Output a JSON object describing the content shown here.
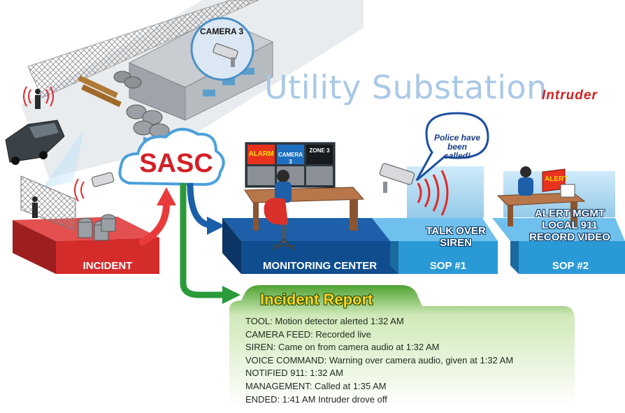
{
  "title": "Utility Substation",
  "subtitle": "Intruder",
  "camera_label": "CAMERA 3",
  "center_label": "SASC",
  "stages": {
    "incident": "INCIDENT",
    "monitoring": "MONITORING CENTER",
    "sop1": "SOP  #1",
    "sop2": "SOP  #2"
  },
  "screens": {
    "alarm": "ALARM",
    "camera": "CAMERA 3",
    "zone": "ZONE 3"
  },
  "police_bubble": "Police have been called!",
  "sop1_actions": [
    "TALK OVER",
    "SIREN"
  ],
  "sop2_actions": [
    "ALERT MGMT",
    "LOCAL 911",
    "RECORD VIDEO"
  ],
  "alert_sign": "ALERT",
  "report": {
    "title": "Incident Report",
    "lines": [
      "TOOL: Motion detector alerted  1:32 AM",
      "CAMERA FEED: Recorded live",
      "SIREN: Came on from camera audio  at 1:32 AM",
      "VOICE COMMAND: Warning over camera audio, given at 1:32 AM",
      "NOTIFIED 911: 1:32 AM",
      "MANAGEMENT: Called at 1:35 AM",
      "ENDED: 1:41 AM Intruder drove off"
    ]
  },
  "colors": {
    "incident_red": "#d42b2b",
    "monitoring_blue": "#0f4d8f",
    "sop_blue": "#2a9ad6",
    "report_green": "#5fae3c",
    "arrow_red": "#e83a3a",
    "arrow_blue": "#1b5fa8",
    "arrow_green": "#2a9a3a"
  }
}
